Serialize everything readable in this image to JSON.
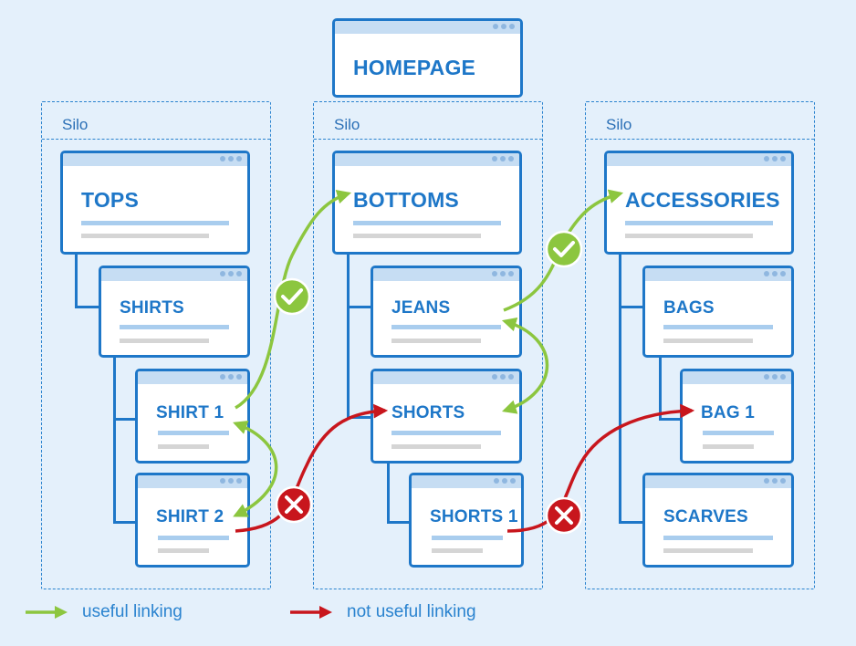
{
  "homepage": {
    "title": "HOMEPAGE"
  },
  "silos": [
    {
      "label": "Silo",
      "top": "TOPS",
      "sub": "SHIRTS",
      "items": [
        "SHIRT 1",
        "SHIRT 2"
      ]
    },
    {
      "label": "Silo",
      "top": "BOTTOMS",
      "sub": "JEANS",
      "items": [
        "SHORTS",
        "SHORTS 1"
      ]
    },
    {
      "label": "Silo",
      "top": "ACCESSORIES",
      "sub": "BAGS",
      "items": [
        "BAG 1",
        "SCARVES"
      ]
    }
  ],
  "legend": {
    "useful": {
      "label": "useful linking",
      "color": "#8cc63f"
    },
    "not_useful": {
      "label": "not useful linking",
      "color": "#c8161d"
    }
  },
  "colors": {
    "primary_blue": "#1e77c8",
    "background": "#e4f0fb",
    "check_green": "#8cc63f",
    "cross_red": "#c8161d"
  },
  "icons": [
    "check-icon",
    "cross-icon",
    "arrow-icon"
  ]
}
